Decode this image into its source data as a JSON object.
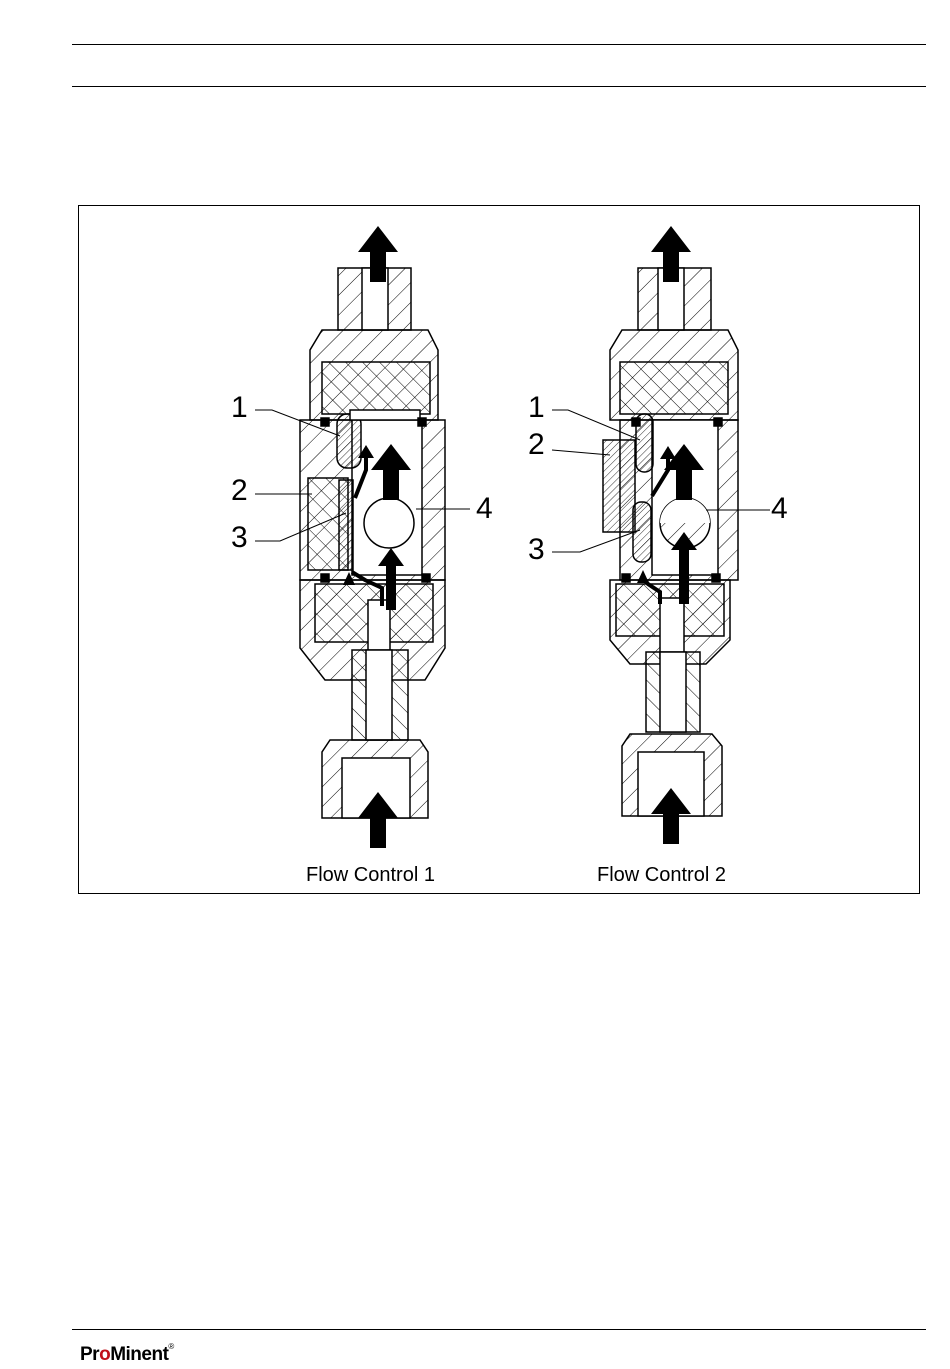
{
  "captions": {
    "left": "Flow Control 1",
    "right": "Flow Control 2"
  },
  "callouts": {
    "left": [
      "1",
      "2",
      "3",
      "4"
    ],
    "right": [
      "1",
      "2",
      "3",
      "4"
    ]
  },
  "footer": {
    "brand_part1": "Pr",
    "brand_accent": "o",
    "brand_part2": "Minent",
    "registered": "®"
  },
  "colors": {
    "line": "#000000",
    "background": "#ffffff",
    "brand_accent": "#c0101a"
  },
  "icons": [
    "flow-arrow-icon",
    "check-valve-ball-icon"
  ]
}
